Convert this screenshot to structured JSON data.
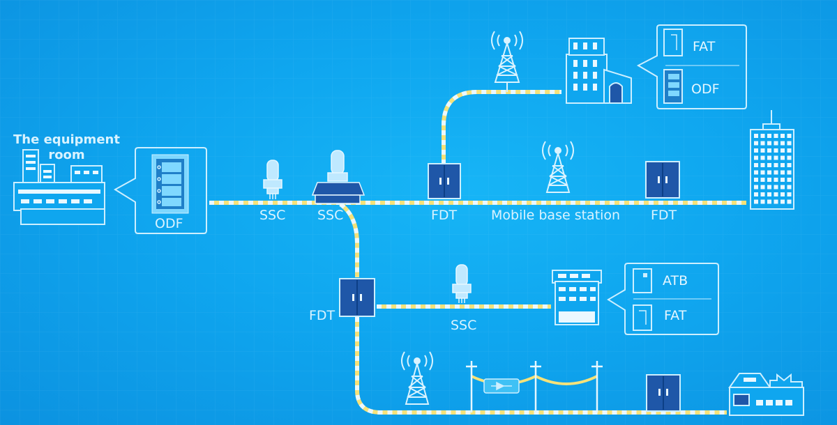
{
  "equipment_room": {
    "title": "The equipment room"
  },
  "labels": {
    "odf_main": "ODF",
    "ssc_1": "SSC",
    "ssc_2": "SSC",
    "fdt_top": "FDT",
    "mobile_base_station": "Mobile base station",
    "fdt_right": "FDT",
    "fdt_mid": "FDT",
    "ssc_mid": "SSC"
  },
  "callouts": {
    "top_building": [
      "FAT",
      "ODF"
    ],
    "mid_building": [
      "ATB",
      "FAT"
    ]
  },
  "colors": {
    "background": "#0fa6ef",
    "cable_yellow": "#f5e27a",
    "cable_white": "#eaf8ff",
    "fdt_box": "#1f57a8",
    "outline": "#cdefff"
  },
  "icons": [
    "building-icon",
    "tower-icon",
    "connector-icon",
    "fdt-cabinet-icon",
    "utility-pole-icon",
    "house-icon",
    "skyscraper-icon"
  ]
}
